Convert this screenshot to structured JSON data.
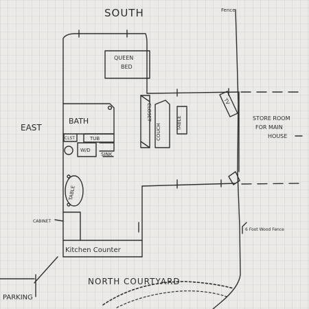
{
  "sheet": {
    "paper_color": "#eceae6",
    "grid_color": "#b9bfc6",
    "ink_color": "#2f2f2f"
  },
  "labels": {
    "south": "SOUTH",
    "fence_top": "Fence",
    "east": "EAST",
    "north_courtyard": "NORTH COURTYARD",
    "parking": "PARKING",
    "store_room_line1": "STORE ROOM",
    "store_room_line2": "FOR MAIN",
    "store_room_line3": "HOUSE",
    "wood_fence": "6 Foot Wood Fence",
    "cabinet": "CABINET",
    "kitchen_counter": "Kitchen Counter"
  },
  "fixtures": {
    "queen_bed_line1": "QUEEN",
    "queen_bed_line2": "BED",
    "bath": "BATH",
    "tub": "TUB",
    "closet_small": "CLST",
    "wd": "W/D",
    "sink": "SINK",
    "closet": "CLOSET",
    "couch": "COUCH",
    "table_room": "TABLE",
    "tv": "TV",
    "table_kitchen": "TABLE"
  }
}
